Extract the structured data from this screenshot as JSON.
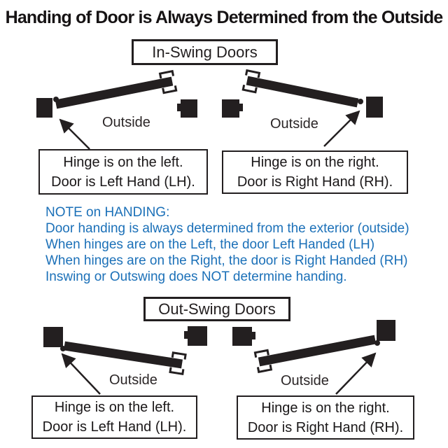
{
  "title": "Handing of Door is Always Determined from the Outside",
  "sections": {
    "inswing": {
      "label": "In-Swing Doors",
      "left": {
        "outside": "Outside",
        "caption_line1": "Hinge is on the left.",
        "caption_line2": "Door is Left Hand (LH)."
      },
      "right": {
        "outside": "Outside",
        "caption_line1": "Hinge is on the right.",
        "caption_line2": "Door is Right Hand (RH)."
      }
    },
    "outswing": {
      "label": "Out-Swing Doors",
      "left": {
        "outside": "Outside",
        "caption_line1": "Hinge is on the left.",
        "caption_line2": "Door is Left Hand (LH)."
      },
      "right": {
        "outside": "Outside",
        "caption_line1": "Hinge is on the right.",
        "caption_line2": "Door is Right Hand (RH)."
      }
    }
  },
  "note": {
    "heading": "NOTE on HANDING:",
    "lines": [
      "Door handing is always determined from the exterior (outside)",
      "When hinges are on the Left, the door Left Handed (LH)",
      "When hinges are on the Right, the door is Right Handed (RH)",
      "Inswing or Outswing does NOT determine handing."
    ]
  },
  "icons": {
    "door_panel": "thick-slanted-black-bar",
    "hinge_jamb": "solid-black-square",
    "latch_jamb": "solid-black-square-with-strike-notch",
    "hinge_pin": "black-dot",
    "door_handle": "double-bracket-marks",
    "hinge_arrow": "thin-arrow-pointing-to-hinge"
  },
  "colors": {
    "ink": "#231f20",
    "note_blue": "#1b70b8",
    "background": "#ffffff"
  }
}
